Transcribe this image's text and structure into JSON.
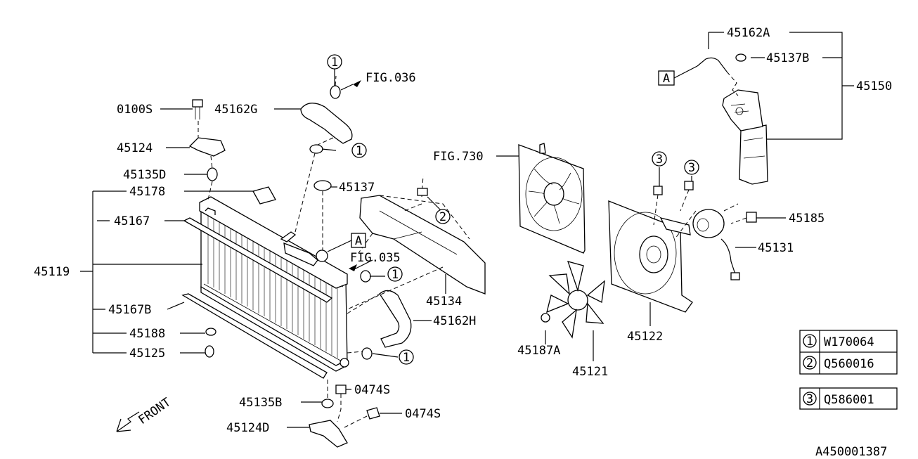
{
  "diagram_id": "A450001387",
  "front_label": "FRONT",
  "ref_marker": "A",
  "part_labels": [
    {
      "id": "45162A",
      "text": "45162A"
    },
    {
      "id": "45137B",
      "text": "45137B"
    },
    {
      "id": "45150",
      "text": "45150"
    },
    {
      "id": "fig036",
      "text": "FIG.036"
    },
    {
      "id": "45162G",
      "text": "45162G"
    },
    {
      "id": "0100S",
      "text": "0100S"
    },
    {
      "id": "45124",
      "text": "45124"
    },
    {
      "id": "45135D",
      "text": "45135D"
    },
    {
      "id": "45178",
      "text": "45178"
    },
    {
      "id": "45137",
      "text": "45137"
    },
    {
      "id": "45167",
      "text": "45167"
    },
    {
      "id": "45119",
      "text": "45119"
    },
    {
      "id": "fig035",
      "text": "FIG.035"
    },
    {
      "id": "45134",
      "text": "45134"
    },
    {
      "id": "45162H",
      "text": "45162H"
    },
    {
      "id": "45167B",
      "text": "45167B"
    },
    {
      "id": "45188",
      "text": "45188"
    },
    {
      "id": "45125",
      "text": "45125"
    },
    {
      "id": "0474S_a",
      "text": "0474S"
    },
    {
      "id": "45135B",
      "text": "45135B"
    },
    {
      "id": "0474S_b",
      "text": "0474S"
    },
    {
      "id": "45124D",
      "text": "45124D"
    },
    {
      "id": "fig730",
      "text": "FIG.730"
    },
    {
      "id": "45185",
      "text": "45185"
    },
    {
      "id": "45131",
      "text": "45131"
    },
    {
      "id": "45122",
      "text": "45122"
    },
    {
      "id": "45187A",
      "text": "45187A"
    },
    {
      "id": "45121",
      "text": "45121"
    }
  ],
  "callouts": [
    "1",
    "2",
    "3"
  ],
  "legend": [
    {
      "num": "1",
      "part": "W170064"
    },
    {
      "num": "2",
      "part": "Q560016"
    },
    {
      "num": "3",
      "part": "Q586001"
    }
  ]
}
